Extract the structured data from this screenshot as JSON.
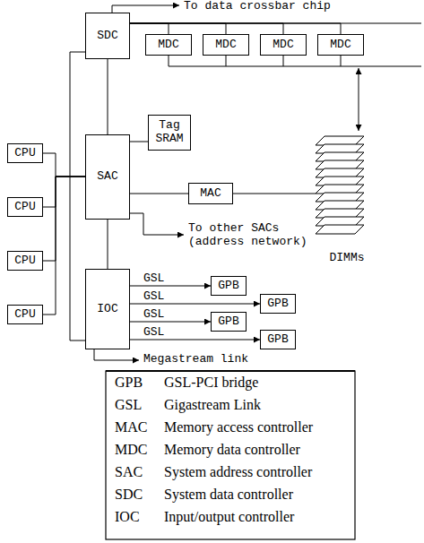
{
  "diagram": {
    "nodes": [
      {
        "text": [
          "SDC"
        ]
      },
      {
        "text": [
          "MDC"
        ]
      },
      {
        "text": [
          "MDC"
        ]
      },
      {
        "text": [
          "MDC"
        ]
      },
      {
        "text": [
          "MDC"
        ]
      },
      {
        "text": [
          "CPU"
        ]
      },
      {
        "text": [
          "CPU"
        ]
      },
      {
        "text": [
          "CPU"
        ]
      },
      {
        "text": [
          "CPU"
        ]
      },
      {
        "text": [
          "Tag SRAM"
        ]
      },
      {
        "text": [
          "SAC"
        ]
      },
      {
        "text": [
          "MAC"
        ]
      },
      {
        "text": [
          "DIMMs"
        ]
      },
      {
        "text": [
          "IOC"
        ]
      },
      {
        "text": [
          "GPB"
        ]
      },
      {
        "text": [
          "GPB"
        ]
      },
      {
        "text": [
          "GPB"
        ]
      },
      {
        "text": [
          "GPB"
        ]
      }
    ],
    "edges": [
      {
        "from": 0,
        "to": 1,
        "arrow": "none"
      },
      {
        "from": 0,
        "to": 2,
        "arrow": "none"
      },
      {
        "from": 0,
        "to": 3,
        "arrow": "none"
      },
      {
        "from": 0,
        "to": 4,
        "arrow": "none"
      },
      {
        "from": 5,
        "to": 10,
        "arrow": "none"
      },
      {
        "from": 6,
        "to": 10,
        "arrow": "none"
      },
      {
        "from": 7,
        "to": 10,
        "arrow": "none"
      },
      {
        "from": 8,
        "to": 10,
        "arrow": "none"
      },
      {
        "from": 0,
        "to": 10,
        "arrow": "none"
      },
      {
        "from": 10,
        "to": 9,
        "arrow": "none"
      },
      {
        "from": 10,
        "to": 11,
        "arrow": "none"
      },
      {
        "from": 11,
        "to": 12,
        "arrow": "none"
      },
      {
        "from": 10,
        "to": 13,
        "arrow": "none"
      },
      {
        "from": 0,
        "to": 13,
        "arrow": "none"
      },
      {
        "from": 13,
        "to": 14,
        "label": "GSL",
        "arrow": "to"
      },
      {
        "from": 13,
        "to": 15,
        "label": "GSL",
        "arrow": "to"
      },
      {
        "from": 13,
        "to": 16,
        "label": "GSL",
        "arrow": "to"
      },
      {
        "from": 13,
        "to": 17,
        "label": "GSL",
        "arrow": "to"
      }
    ],
    "labels": [
      "To data crossbar chip",
      "To other SACs (address network)",
      "Megastream link",
      "GPB",
      "GSL-PCI bridge",
      "GSL",
      "Gigastream Link",
      "MAC",
      "Memory access controller",
      "MDC",
      "Memory data controller",
      "SAC",
      "System address controller",
      "SDC",
      "System data controller",
      "IOC",
      "Input/output controller"
    ]
  }
}
